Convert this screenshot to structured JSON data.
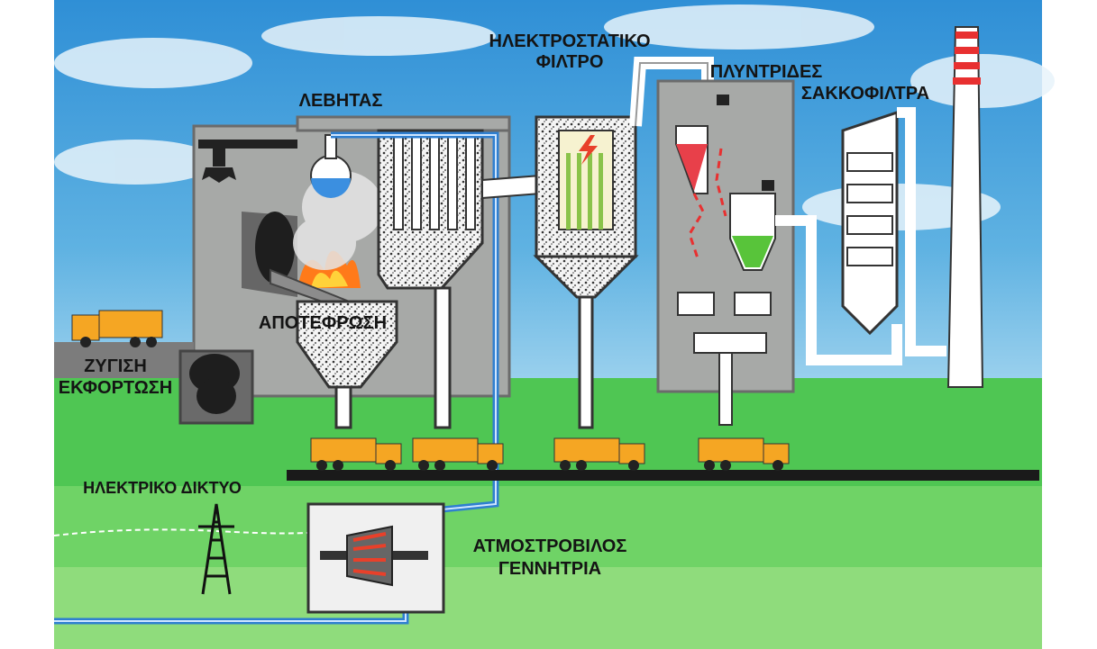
{
  "labels": {
    "electrostatic_filter_line1": "ΗΛΕΚΤΡΟΣΤΑΤΙΚΟ",
    "electrostatic_filter_line2": "ΦΙΛΤΡΟ",
    "scrubbers": "ΠΛΥΝΤΡΙΔΕΣ",
    "bag_filters": "ΣΑΚΚΟΦΙΛΤΡΑ",
    "boiler": "ΛΕΒΗΤΑΣ",
    "incineration": "ΑΠΟΤΕΦΡΩΣΗ",
    "weighing": "ΖΥΓΙΣΗ",
    "unloading": "ΕΚΦΟΡΤΩΣΗ",
    "power_grid": "ΗΛΕΚΤΡΙΚΟ ΔΙΚΤΥΟ",
    "turbine_line1": "ΑΤΜΟΣΤΡΟΒΙΛΟΣ",
    "turbine_line2": "ΓΕΝΝΗΤΡΙΑ"
  },
  "colors": {
    "sky": "#4aa3d8",
    "grass": "#4fc653",
    "grass_light": "#8fdc7c",
    "building": "#a7a9a7",
    "truck_cab": "#f5a623",
    "steam_pipe": "#2f7fd0",
    "red_hopper": "#e8404a",
    "green_hopper": "#58c43a"
  },
  "icons": [
    "grab-crane-icon",
    "boiler-drum-icon",
    "flame-icon",
    "lightning-icon",
    "truck-icon",
    "pylon-icon",
    "turbine-icon",
    "chimney-icon"
  ]
}
